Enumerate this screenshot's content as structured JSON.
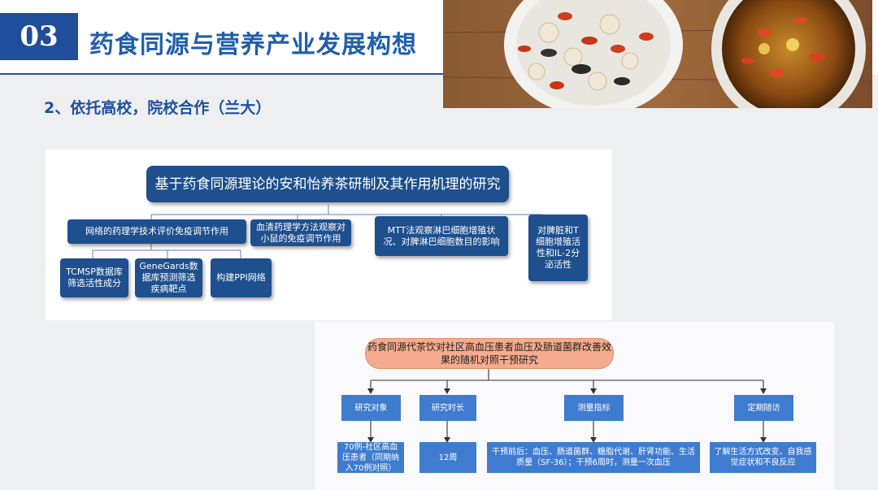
{
  "header": {
    "number": "03",
    "title": "药食同源与营养产业发展构想",
    "subtitle": "2、依托高校，院校合作（兰大）"
  },
  "diagram1": {
    "main": "基于药食同源理论的安和怡养茶研制及其作用机理的研究",
    "branch1": "网络的药理学技术评价免疫调节作用",
    "branch2": "血清药理学方法观察对小鼠的免疫调节作用",
    "branch3": "MTT法观察淋巴细胞增殖状况、对脾淋巴细胞数目的影响",
    "branch4": "对脾脏和T细胞增殖活性和IL-2分泌活性",
    "sub1": "TCMSP数据库筛选活性成分",
    "sub2": "GeneGards数据库预测筛选疾病靶点",
    "sub3": "构建PPI网络"
  },
  "diagram2": {
    "top": "药食同源代茶饮对社区高血压患者血压及肠道菌群改善效果的随机对照干预研究",
    "cat1": "研究对象",
    "cat2": "研究时长",
    "cat3": "测量指标",
    "cat4": "定期随访",
    "det1": "70例-社区高血压患者（同期纳入70例对照）",
    "det2": "12周",
    "det3": "干预前后：血压、肠道菌群、糖脂代谢、肝肾功能、生活质量（SF-36）；干预6周时，测量一次血压",
    "det4": "了解生活方式改变、自我感觉症状和不良反应"
  }
}
